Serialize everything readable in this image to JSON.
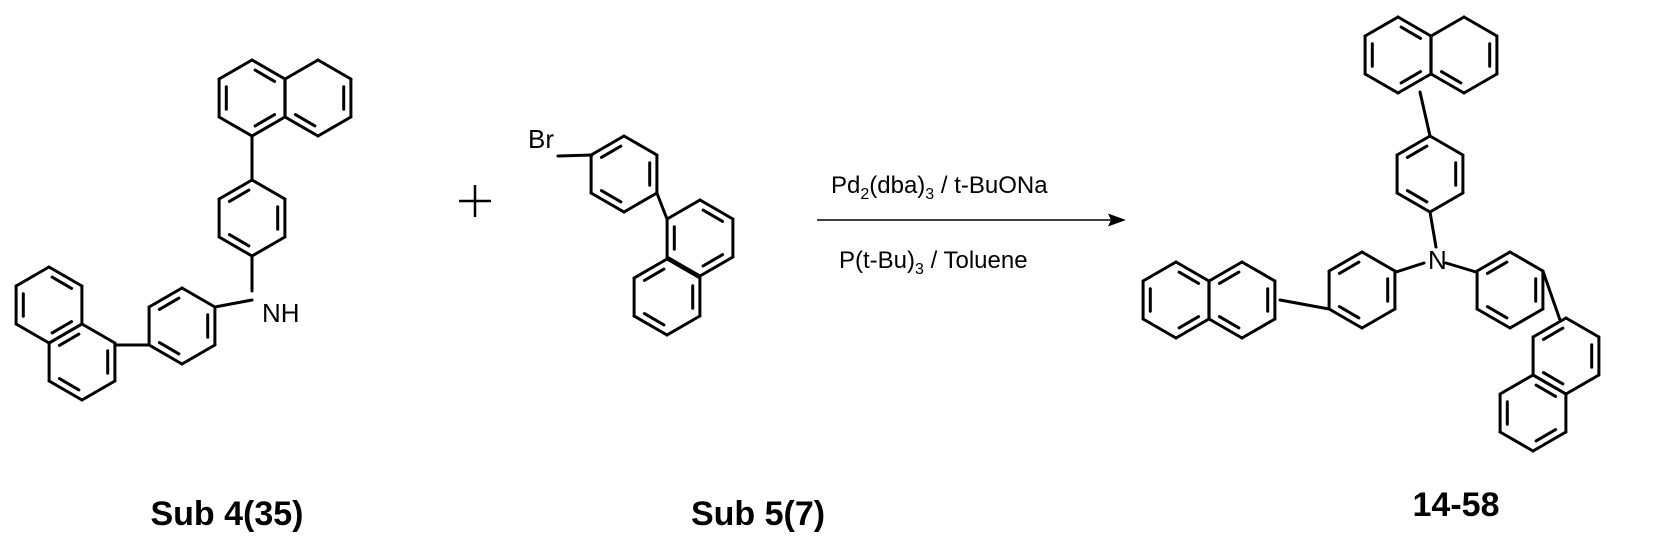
{
  "reaction": {
    "reactant_1": {
      "label": "Sub 4(35)",
      "atom_labels": {
        "amine": "NH"
      }
    },
    "plus": "+",
    "reactant_2": {
      "label": "Sub 5(7)",
      "atom_labels": {
        "halogen": "Br"
      }
    },
    "conditions": {
      "above": {
        "pd": "Pd",
        "pd_sub": "2",
        "dba": "(dba)",
        "dba_sub": "3",
        "base": " / t-BuONa"
      },
      "below": {
        "ligand": "P(t-Bu)",
        "ligand_sub": "3",
        "solvent": " / Toluene"
      }
    },
    "product": {
      "label": "14-58",
      "atom_labels": {
        "nitrogen": "N"
      }
    }
  }
}
